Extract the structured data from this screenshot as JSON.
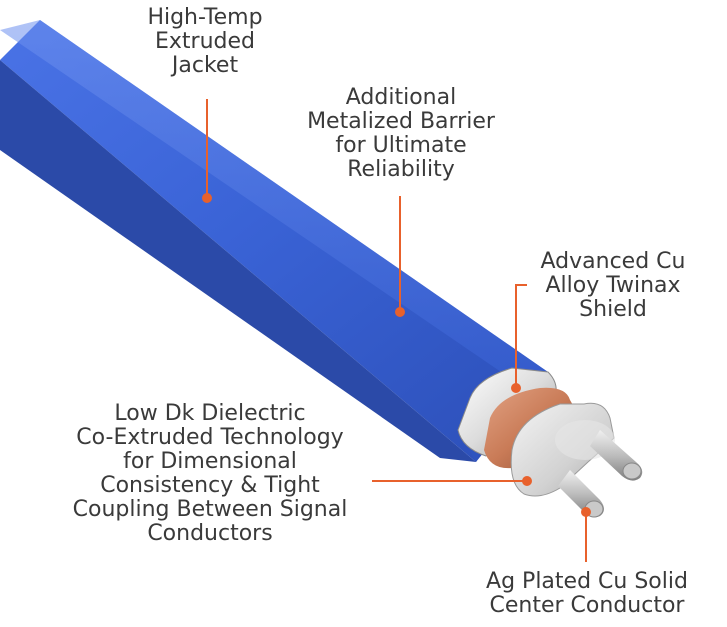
{
  "colors": {
    "jacket": "#3a63d6",
    "leader_line": "#e8612c",
    "text": "#3a3a3a",
    "copper": "#c97b57",
    "shield": "#e9e9e9"
  },
  "callouts": {
    "jacket": {
      "lines": [
        "High-Temp",
        "Extruded",
        "Jacket"
      ]
    },
    "barrier": {
      "lines": [
        "Additional",
        "Metalized Barrier",
        "for Ultimate",
        "Reliability"
      ]
    },
    "shield": {
      "lines": [
        "Advanced Cu",
        "Alloy Twinax",
        "Shield"
      ]
    },
    "dielectric": {
      "lines": [
        "Low Dk Dielectric",
        "Co-Extruded Technology",
        "for Dimensional",
        "Consistency & Tight",
        "Coupling Between Signal",
        "Conductors"
      ]
    },
    "conductor": {
      "lines": [
        "Ag Plated Cu Solid",
        "Center Conductor"
      ]
    }
  }
}
